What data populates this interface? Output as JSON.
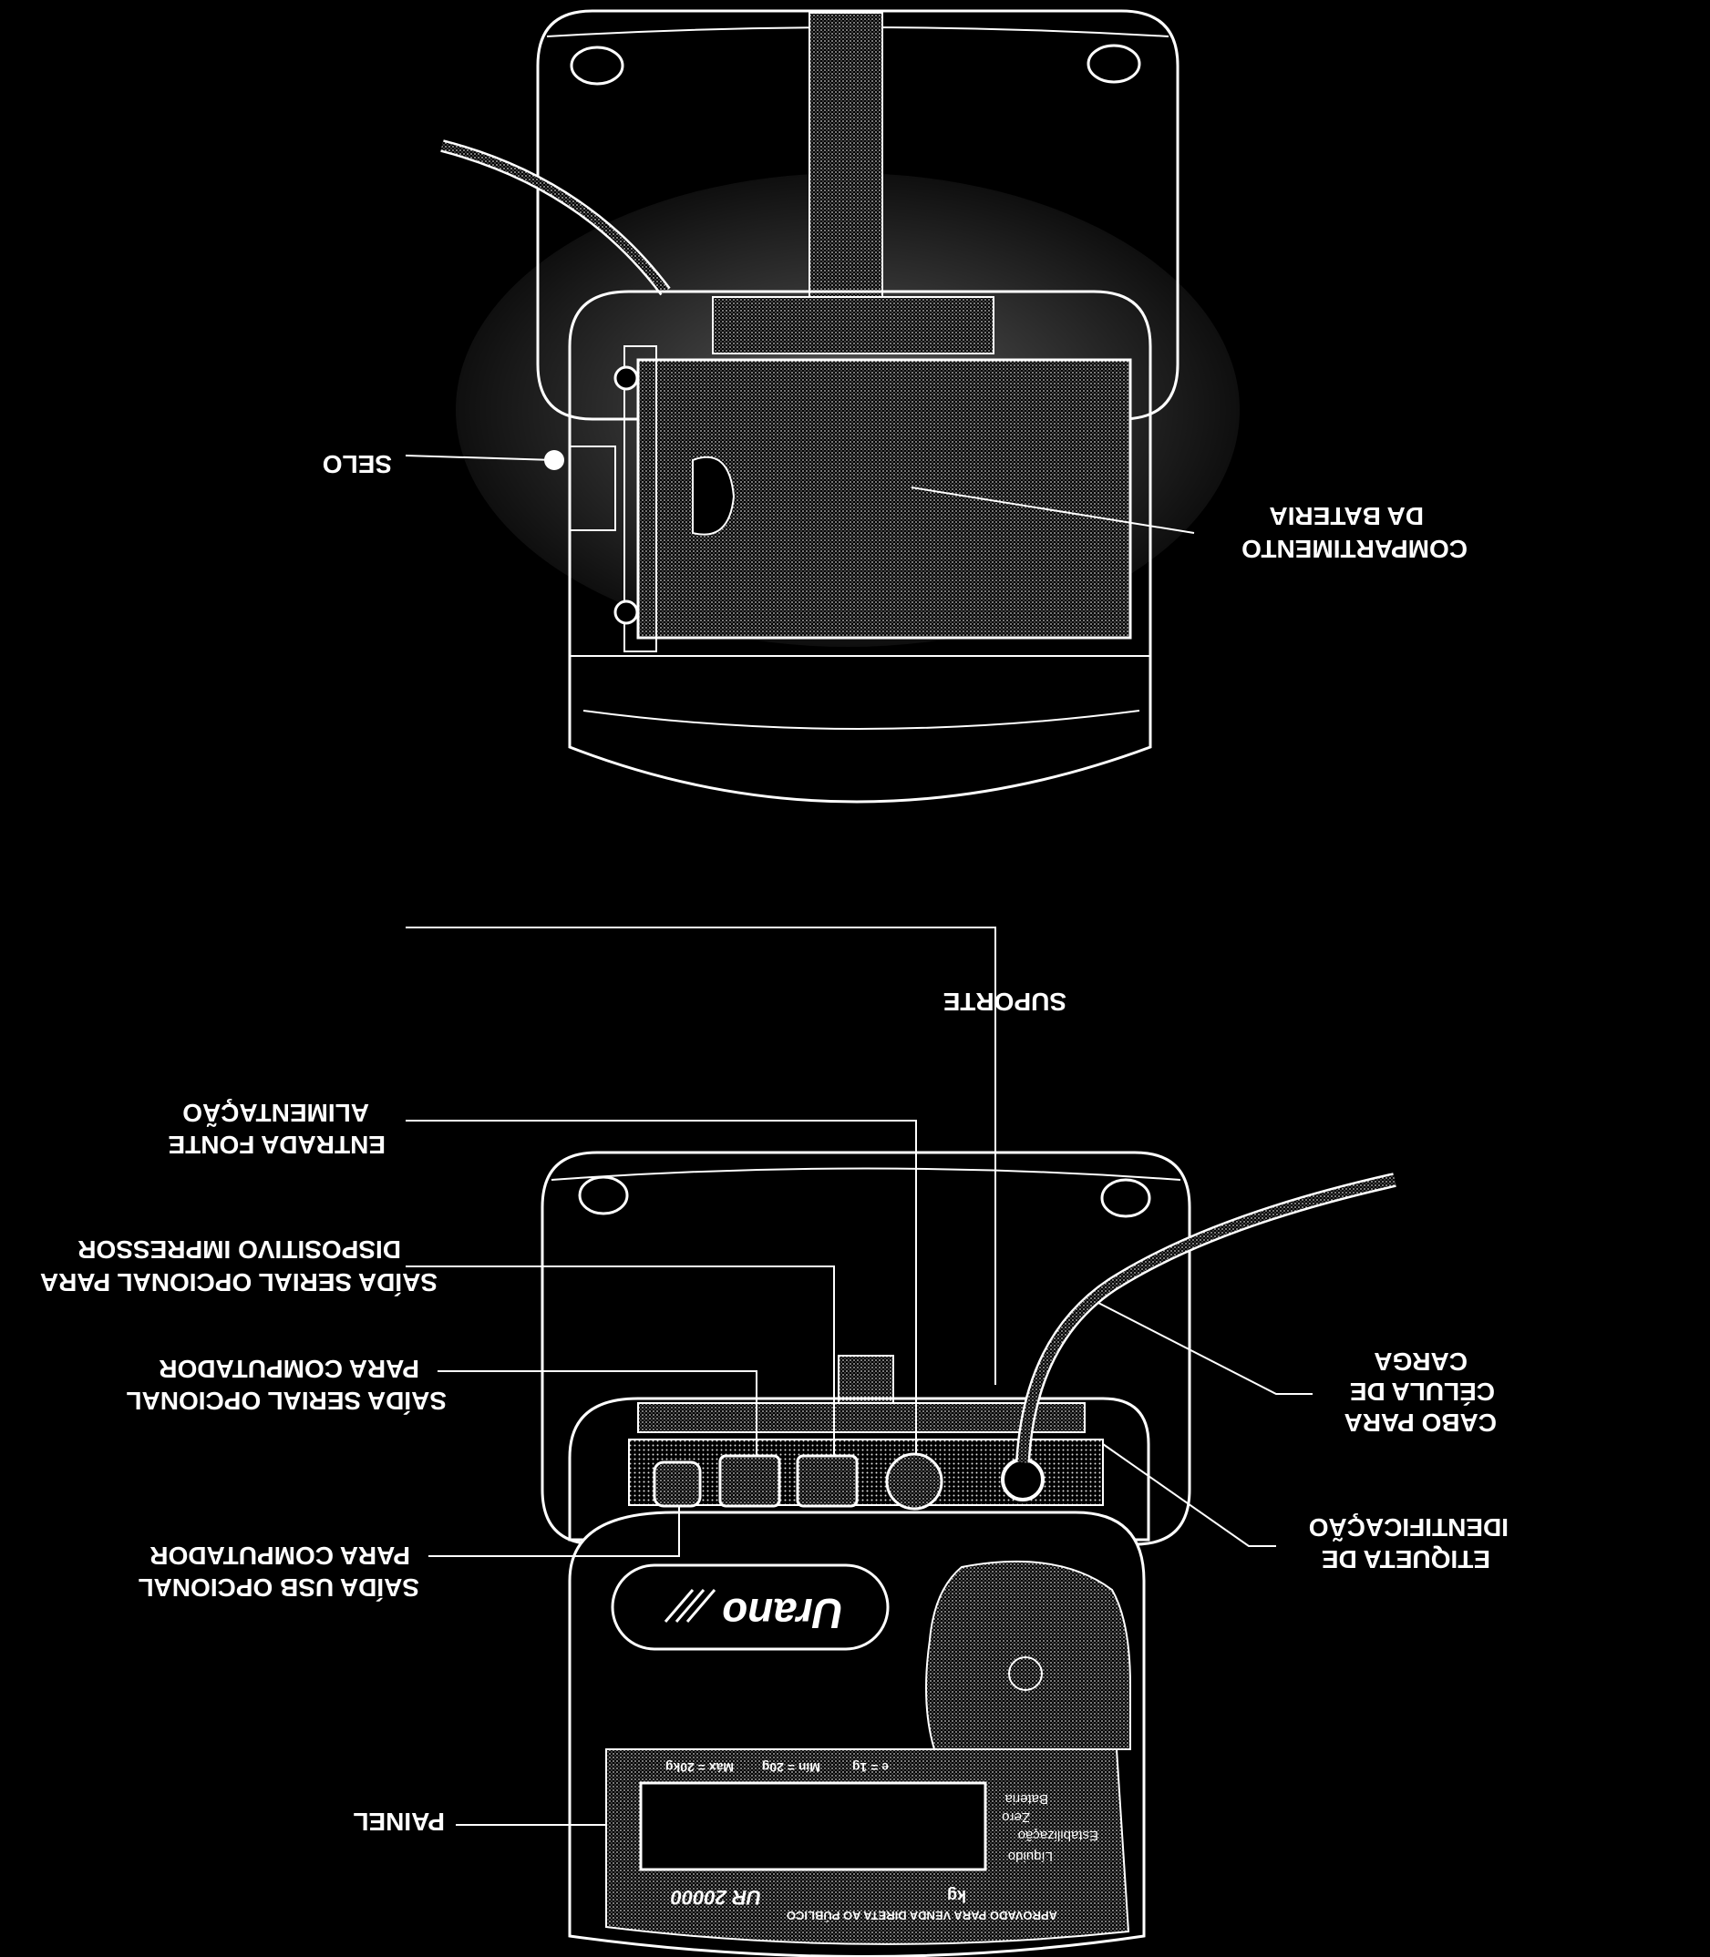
{
  "labels": {
    "selo": "SELO",
    "compartimento_1": "COMPARTIMENTO",
    "compartimento_2": "DA BATERIA",
    "suporte": "SUPORTE",
    "entrada_fonte_1": "ENTRADA FONTE",
    "entrada_fonte_2": "ALIMENTAÇÃO",
    "serial_impressor_1": "SAÍDA SERIAL OPCIONAL PARA",
    "serial_impressor_2": "DISPOSITIVO IMPRESSOR",
    "serial_computador_1": "SAÍDA SERIAL OPCIONAL",
    "serial_computador_2": "PARA COMPUTADOR",
    "usb_1": "SAÍDA USB OPCIONAL",
    "usb_2": "PARA COMPUTADOR",
    "cabo_1": "CABO PARA",
    "cabo_2": "CÉLULA DE",
    "cabo_3": "CARGA",
    "etiqueta_1": "ETIQUETA DE",
    "etiqueta_2": "IDENTIFICAÇÃO",
    "painel": "PAINEL"
  },
  "device": {
    "brand": "Urano",
    "model": "UR 20000",
    "unit": "kg",
    "panel_caption": "APROVADO PARA VENDA DIRETA AO PÚBLICO",
    "spec_max": "Máx = 20kg",
    "spec_min": "Mín = 20g",
    "spec_e": "e = 1g",
    "indicator_liquido": "Líquido",
    "indicator_estabilizacao": "Estabilização",
    "indicator_zero": "Zero",
    "indicator_bateria": "Bateria"
  },
  "colors": {
    "background": "#000000",
    "line": "#ffffff",
    "stipple": "#b9b9b9"
  }
}
